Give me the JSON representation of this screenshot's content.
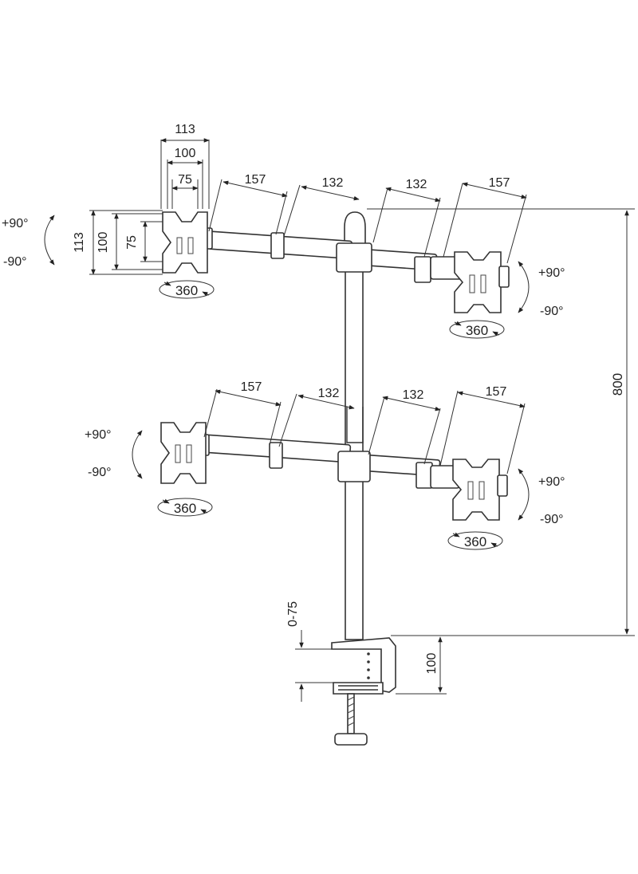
{
  "vesa": {
    "w113": "113",
    "w100": "100",
    "w75": "75",
    "h113": "113",
    "h100": "100",
    "h75": "75"
  },
  "arm_segments": {
    "outer": "157",
    "inner": "132"
  },
  "tilt": {
    "up": "+90°",
    "down": "-90°"
  },
  "rotation": "360",
  "height_label": "800",
  "clamp": {
    "range": "0-75",
    "depth": "100"
  },
  "colors": {
    "line": "#333333",
    "background": "#ffffff"
  }
}
